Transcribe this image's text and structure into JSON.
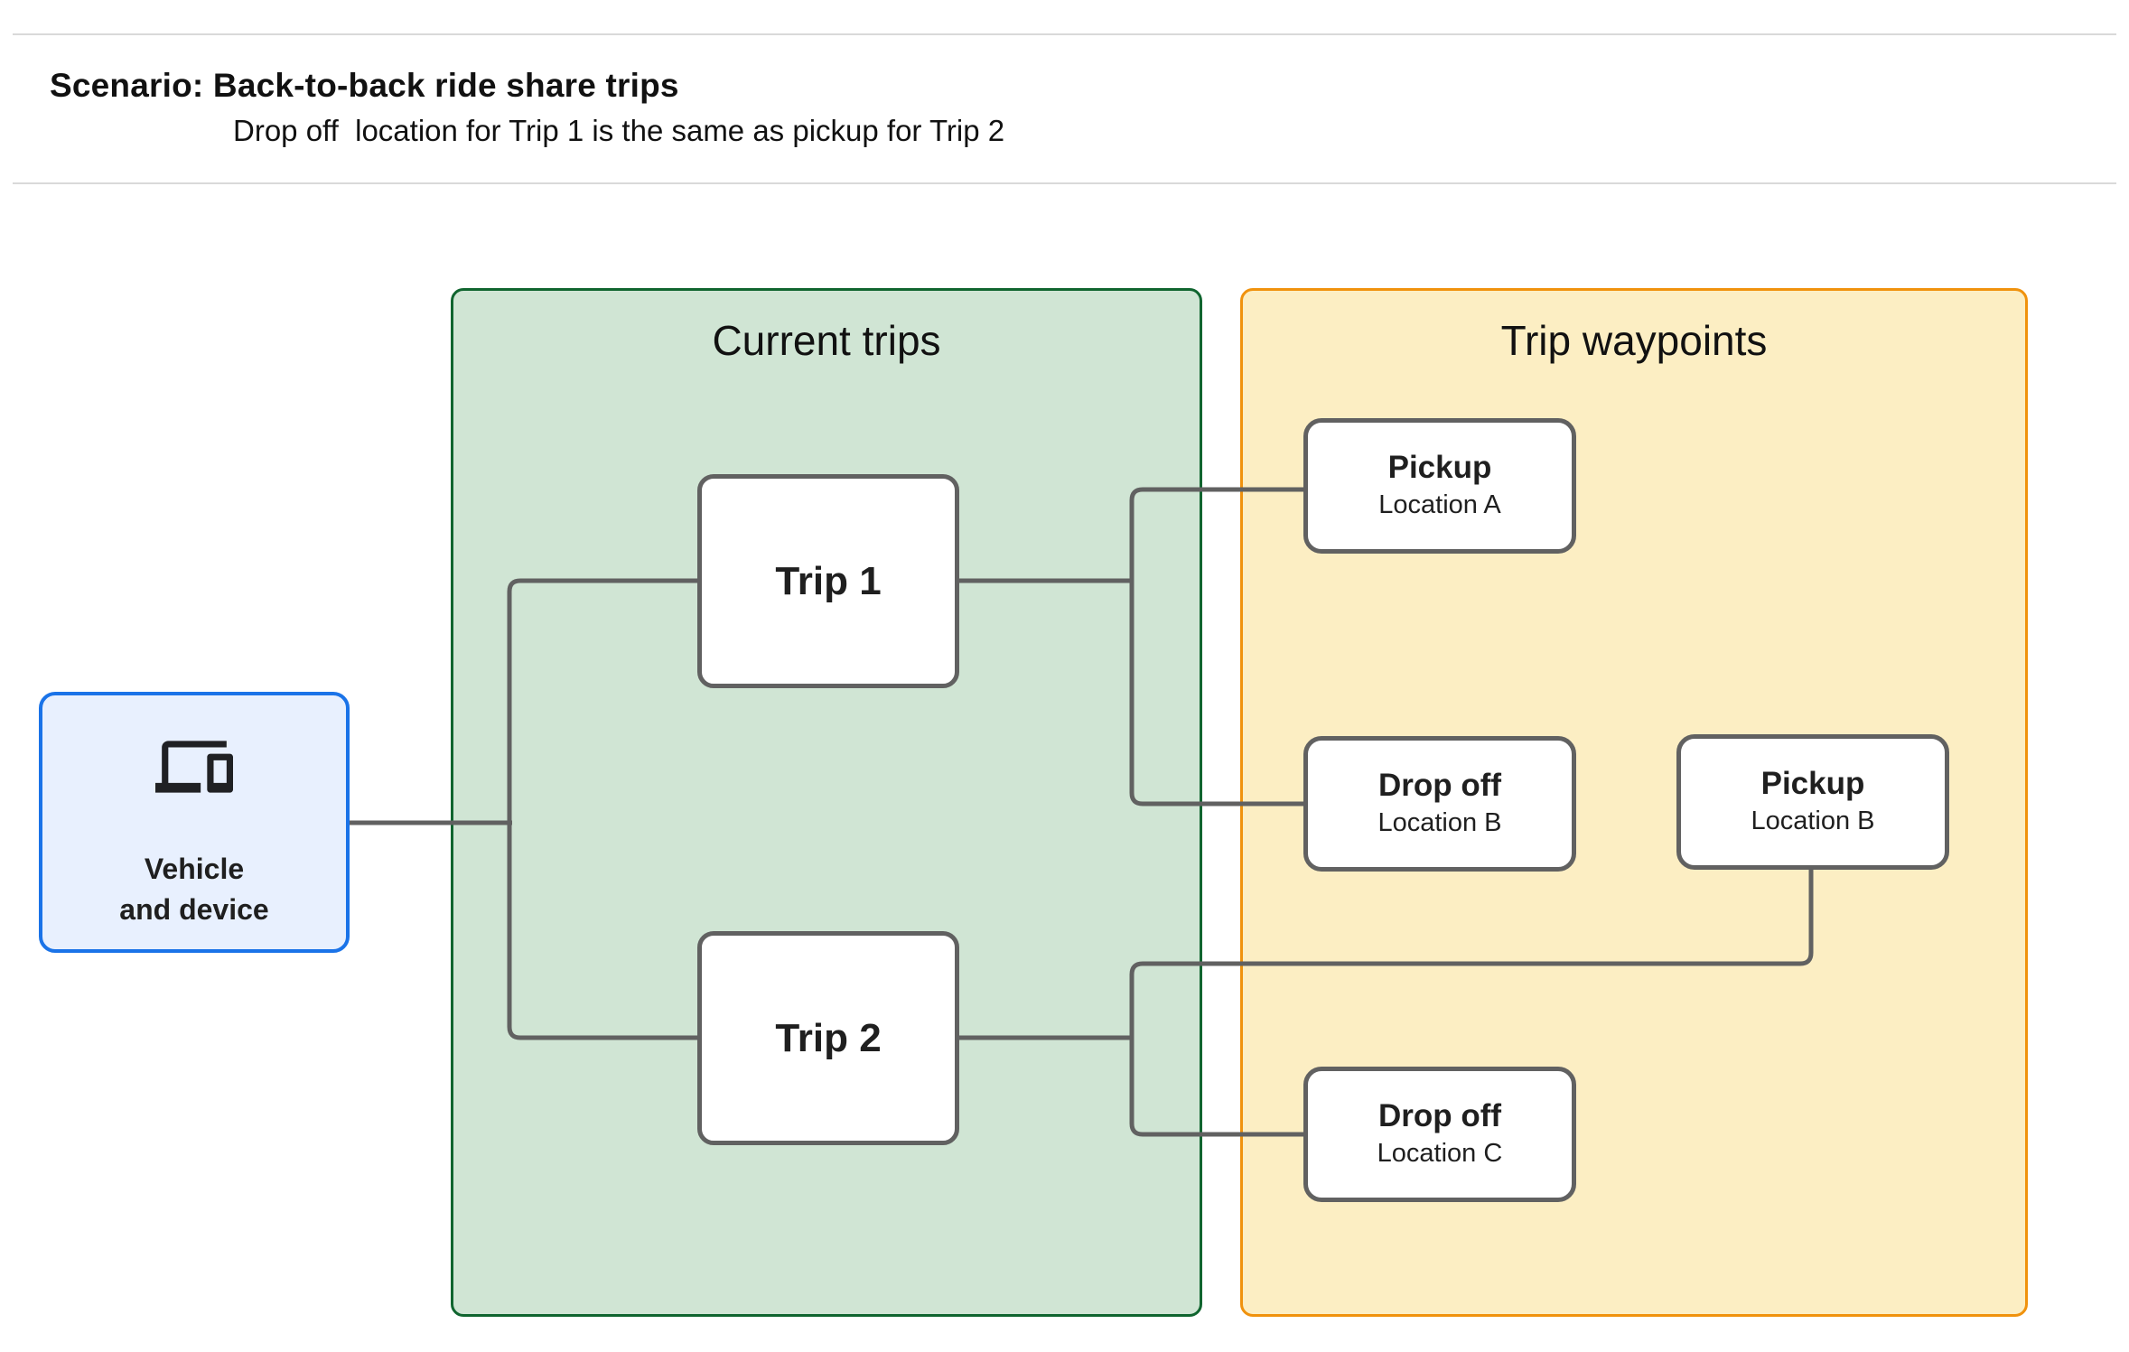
{
  "header": {
    "title": "Scenario: Back-to-back ride share trips",
    "subtitle": "Drop off  location for Trip 1 is the same as pickup for Trip 2"
  },
  "vehicle": {
    "line1": "Vehicle",
    "line2": "and device",
    "icon": "devices-icon"
  },
  "groups": {
    "current_trips": {
      "title": "Current trips"
    },
    "trip_waypoints": {
      "title": "Trip waypoints"
    }
  },
  "trips": [
    {
      "label": "Trip 1"
    },
    {
      "label": "Trip 2"
    }
  ],
  "waypoints": [
    {
      "title": "Pickup",
      "subtitle": "Location A"
    },
    {
      "title": "Drop off",
      "subtitle": "Location B"
    },
    {
      "title": "Pickup",
      "subtitle": "Location B"
    },
    {
      "title": "Drop off",
      "subtitle": "Location C"
    }
  ],
  "theme": {
    "blue-fill": "#e8f0fe",
    "blue-border": "#1a73e8",
    "green-fill": "#d0e5d4",
    "green-border": "#10652f",
    "yellow-fill": "#fceec3",
    "yellow-border": "#f0920d",
    "line-gray": "#616161",
    "text-black": "#1f1f1f",
    "divider-gray": "#d9d9d9"
  }
}
